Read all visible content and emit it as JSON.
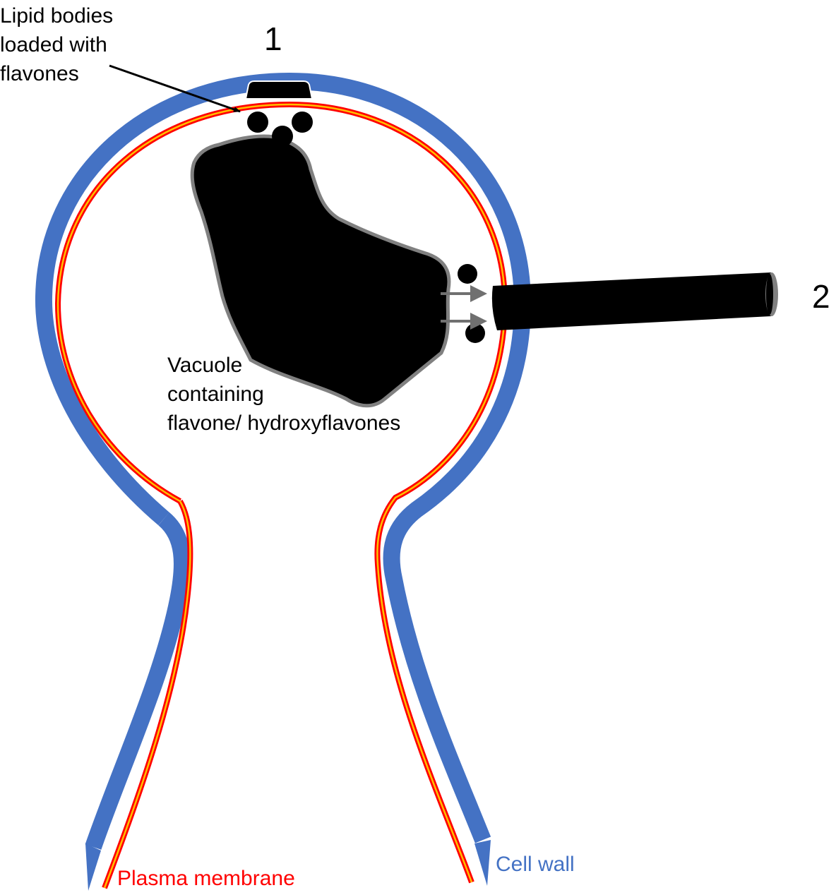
{
  "labels": {
    "lipid_bodies": [
      "Lipid bodies",
      "loaded with",
      "flavones"
    ],
    "vacuole": [
      "Vacuole",
      "containing",
      "flavone/ hydroxyflavones"
    ],
    "marker_1": "1",
    "marker_2": "2",
    "plasma_membrane": "Plasma membrane",
    "cell_wall": "Cell wall"
  },
  "colors": {
    "cell_wall": "#4472c4",
    "plasma_membrane": "#ff0000",
    "membrane_inner": "#ffc000",
    "vacuole": "#000000",
    "vacuole_outline": "#808080",
    "arrows": "#707070",
    "pipette": "#000000"
  }
}
